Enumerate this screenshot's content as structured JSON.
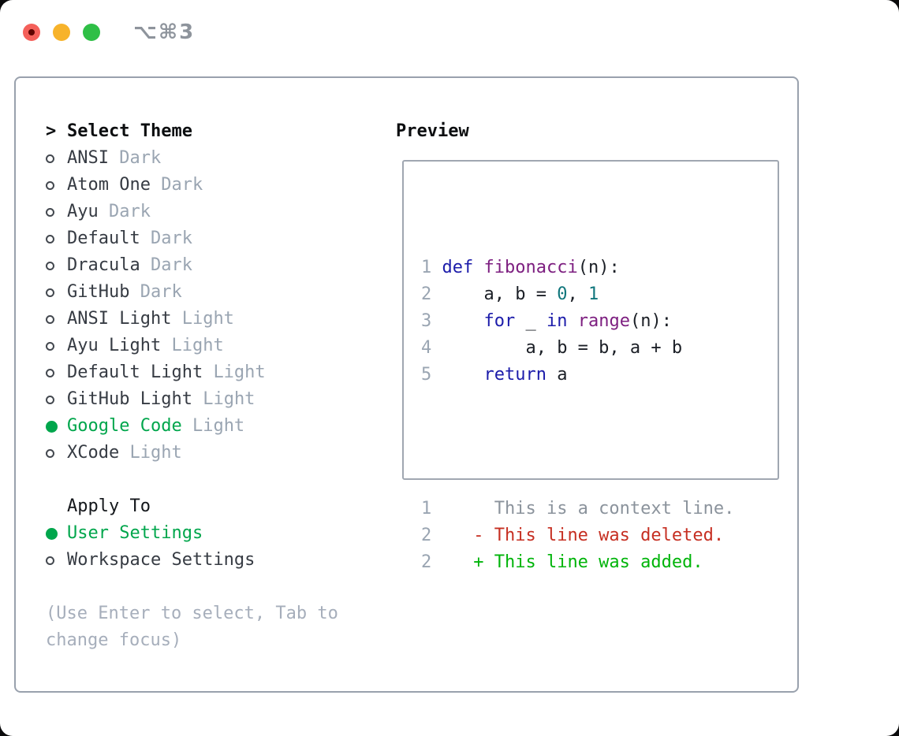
{
  "window": {
    "title": "⌥⌘3",
    "controls": [
      {
        "name": "close",
        "color": "#f4605a"
      },
      {
        "name": "minimize",
        "color": "#f7b32b"
      },
      {
        "name": "zoom",
        "color": "#2fbf46"
      }
    ]
  },
  "panel": {
    "theme_selector": {
      "header_prefix": ">",
      "header": "Select Theme",
      "items": [
        {
          "name": "ANSI",
          "variant": "Dark",
          "selected": false
        },
        {
          "name": "Atom One",
          "variant": "Dark",
          "selected": false
        },
        {
          "name": "Ayu",
          "variant": "Dark",
          "selected": false
        },
        {
          "name": "Default",
          "variant": "Dark",
          "selected": false
        },
        {
          "name": "Dracula",
          "variant": "Dark",
          "selected": false
        },
        {
          "name": "GitHub",
          "variant": "Dark",
          "selected": false
        },
        {
          "name": "ANSI Light",
          "variant": "Light",
          "selected": false
        },
        {
          "name": "Ayu Light",
          "variant": "Light",
          "selected": false
        },
        {
          "name": "Default Light",
          "variant": "Light",
          "selected": false
        },
        {
          "name": "GitHub Light",
          "variant": "Light",
          "selected": false
        },
        {
          "name": "Google Code",
          "variant": "Light",
          "selected": true
        },
        {
          "name": "XCode",
          "variant": "Light",
          "selected": false
        }
      ]
    },
    "apply_to": {
      "header": "Apply To",
      "options": [
        {
          "label": "User Settings",
          "selected": true
        },
        {
          "label": "Workspace Settings",
          "selected": false
        }
      ]
    },
    "hint": "(Use Enter to select, Tab to change focus)",
    "preview": {
      "header": "Preview",
      "code_lines": [
        {
          "num": "1",
          "tokens": [
            {
              "t": "kwd",
              "s": "def"
            },
            {
              "t": "pln",
              "s": " "
            },
            {
              "t": "name",
              "s": "fibonacci"
            },
            {
              "t": "pln",
              "s": "(n):"
            }
          ]
        },
        {
          "num": "2",
          "tokens": [
            {
              "t": "pln",
              "s": "    a, b = "
            },
            {
              "t": "lit",
              "s": "0"
            },
            {
              "t": "pln",
              "s": ", "
            },
            {
              "t": "lit",
              "s": "1"
            }
          ]
        },
        {
          "num": "3",
          "tokens": [
            {
              "t": "pln",
              "s": "    "
            },
            {
              "t": "kwd",
              "s": "for"
            },
            {
              "t": "pln",
              "s": " _ "
            },
            {
              "t": "kwd",
              "s": "in"
            },
            {
              "t": "pln",
              "s": " "
            },
            {
              "t": "name",
              "s": "range"
            },
            {
              "t": "pln",
              "s": "(n):"
            }
          ]
        },
        {
          "num": "4",
          "tokens": [
            {
              "t": "pln",
              "s": "        a, b = b, a + b"
            }
          ]
        },
        {
          "num": "5",
          "tokens": [
            {
              "t": "pln",
              "s": "    "
            },
            {
              "t": "kwd",
              "s": "return"
            },
            {
              "t": "pln",
              "s": " a"
            }
          ]
        }
      ],
      "diff_lines": [
        {
          "num": "1",
          "type": "ctx",
          "text": "     This is a context line."
        },
        {
          "num": "2",
          "type": "del",
          "text": "   - This line was deleted."
        },
        {
          "num": "2",
          "type": "add",
          "text": "   + This line was added."
        }
      ]
    }
  },
  "colors": {
    "accent_green": "#00a64c",
    "muted": "#9aa5b2",
    "text": "#363b43",
    "border": "#99a1ad",
    "syntax": {
      "keyword": "#1c1caa",
      "name": "#7d1f80",
      "literal": "#10767c",
      "plain": "#1b1f26",
      "line_number": "#9aa5b2"
    },
    "diff": {
      "context": "#8b939c",
      "deleted": "#c62f22",
      "added": "#00b40a"
    },
    "traffic_lights": {
      "red": "#f4605a",
      "yellow": "#f7b32b",
      "green": "#2fbf46"
    }
  }
}
